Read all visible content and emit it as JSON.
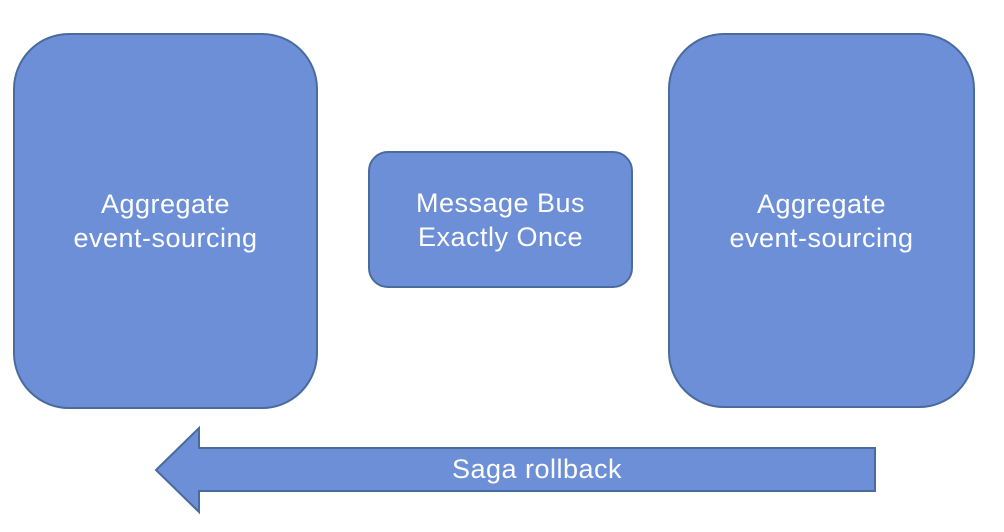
{
  "diagram": {
    "background": "#ffffff",
    "shape_fill_color": "#6d8fd8",
    "shape_border_color": "#4a6b9e",
    "text_color": "#ffffff",
    "nodes": [
      {
        "id": "aggregate-left",
        "shape": "rounded-rectangle",
        "label": "Aggregate\nevent-sourcing"
      },
      {
        "id": "message-bus",
        "shape": "rounded-rectangle",
        "label": "Message Bus\nExactly Once"
      },
      {
        "id": "aggregate-right",
        "shape": "rounded-rectangle",
        "label": "Aggregate\nevent-sourcing"
      }
    ],
    "arrow": {
      "id": "saga-rollback",
      "direction": "left",
      "label": "Saga rollback"
    }
  }
}
